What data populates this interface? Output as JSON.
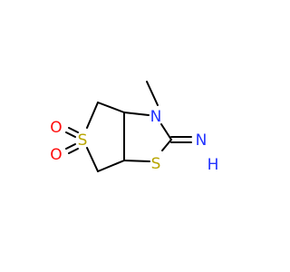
{
  "atoms": {
    "O1": {
      "label": "O",
      "color": "#ff0d0d"
    },
    "O2": {
      "label": "O",
      "color": "#ff0d0d"
    },
    "S1": {
      "label": "S",
      "color": "#b8a500"
    },
    "S2": {
      "label": "S",
      "color": "#b8a500"
    },
    "N1": {
      "label": "N",
      "color": "#2233ff"
    },
    "N2": {
      "label": "N",
      "color": "#2233ff"
    },
    "H": {
      "label": "H",
      "color": "#2233ff"
    }
  },
  "colors": {
    "bond": "#000000"
  }
}
